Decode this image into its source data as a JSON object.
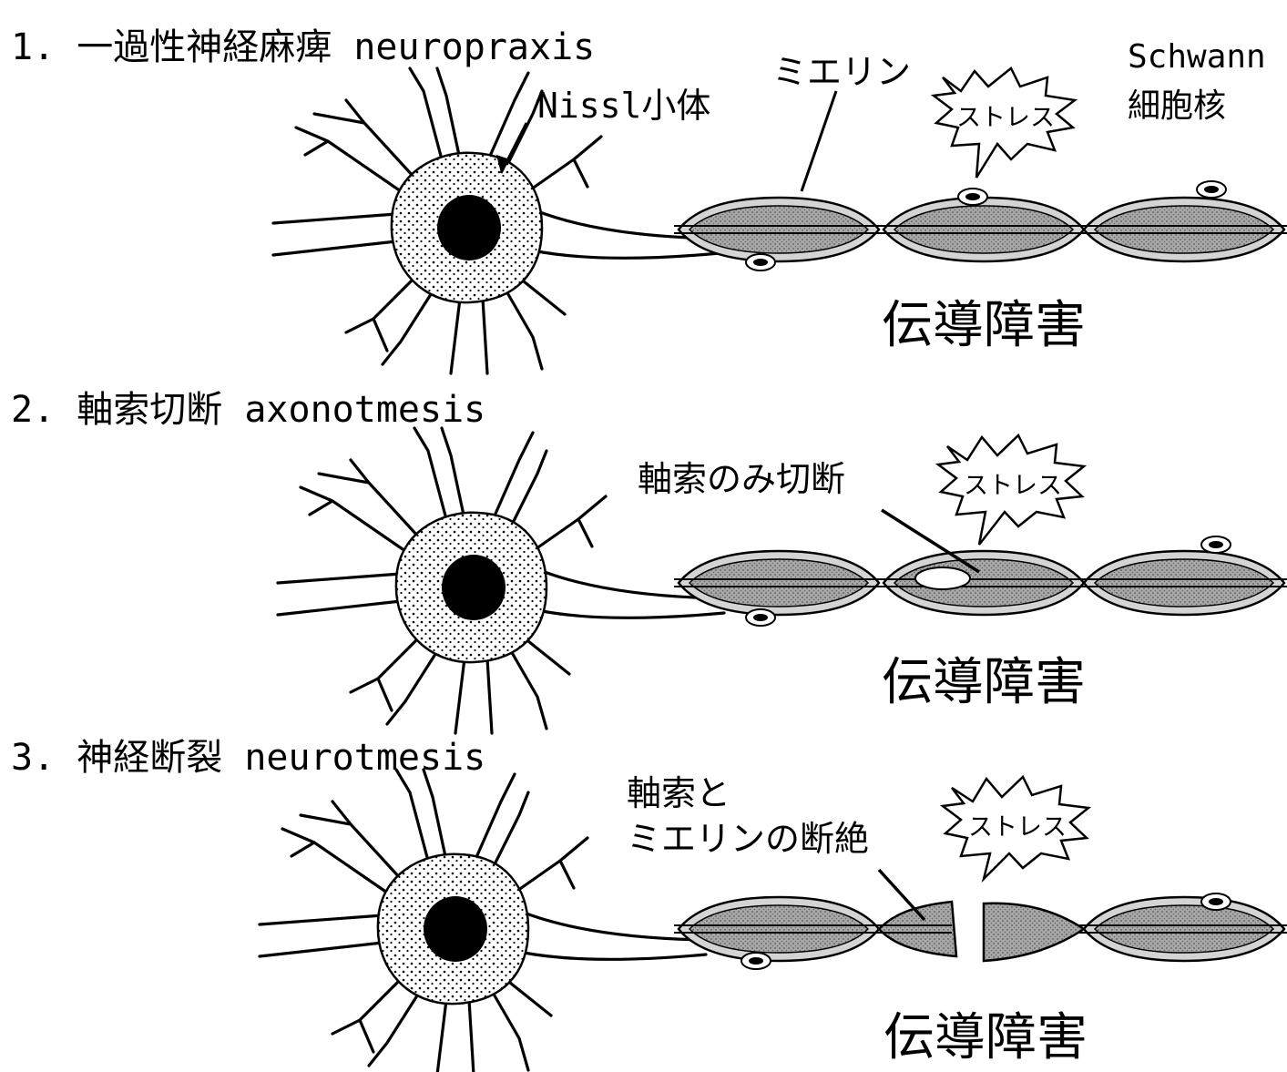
{
  "sections": [
    {
      "title": "1. 一過性神経麻痺 neuropraxis",
      "result": "伝導障害",
      "stress": "ストレス"
    },
    {
      "title": "2. 軸索切断 axonotmesis",
      "result": "伝導障害",
      "stress": "ストレス"
    },
    {
      "title": "3. 神経断裂 neurotmesis",
      "result": "伝導障害",
      "stress": "ストレス"
    }
  ],
  "labels": {
    "nissl": "Nissl小体",
    "myelin": "ミエリン",
    "schwann_line1": "Schwann",
    "schwann_line2": "細胞核",
    "axon_only_cut": "軸索のみ切断",
    "axon_and_line1": "軸索と",
    "axon_and_line2": "ミエリンの断絶"
  },
  "colors": {
    "ink": "#000000",
    "background": "#ffffff",
    "myelin_fill": "#9a9a9a",
    "sheath_fill": "#cfcfcf"
  }
}
